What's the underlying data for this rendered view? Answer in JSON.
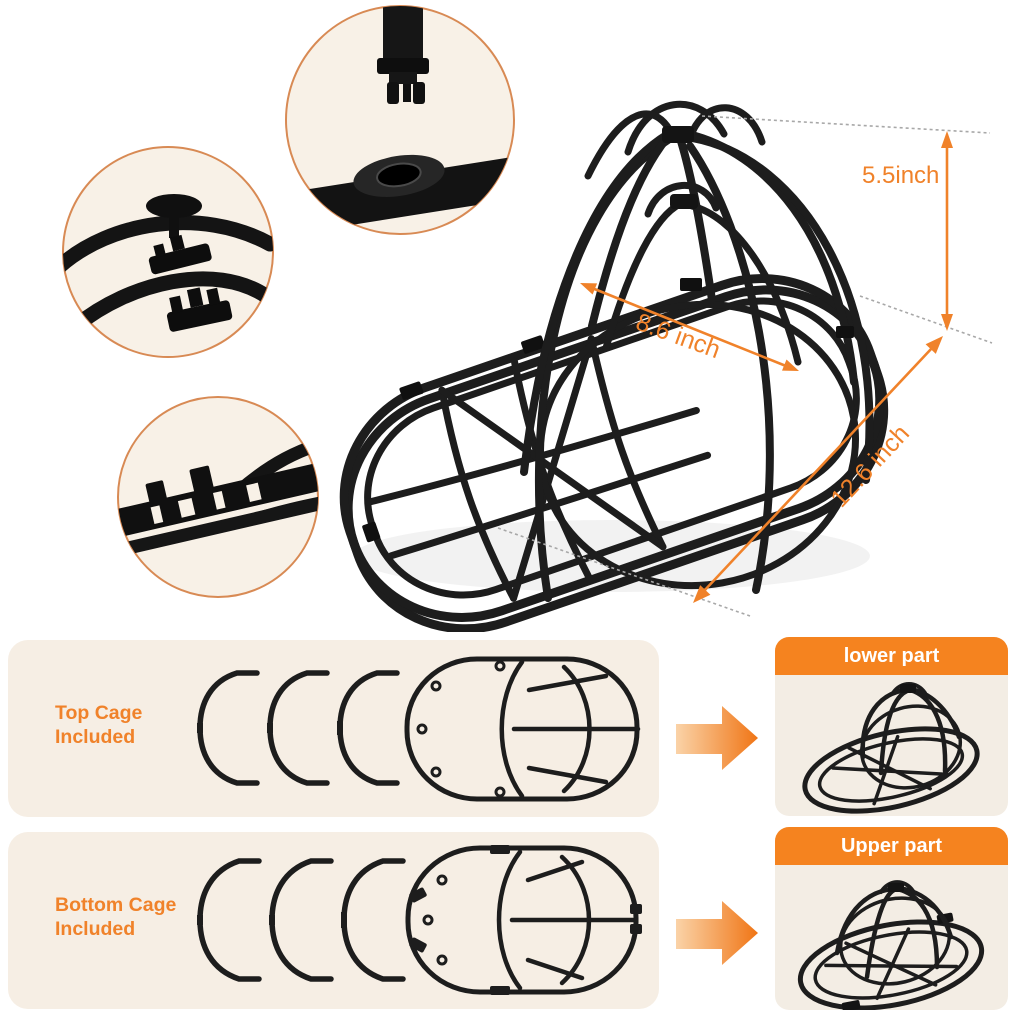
{
  "annotations": {
    "height_label": "5.5inch",
    "width_label": "8.6 inch",
    "length_label": "12.6 inch"
  },
  "parts_rows": [
    {
      "label": "Top Cage Included",
      "result": "lower part"
    },
    {
      "label": "Bottom Cage Included",
      "result": "Upper part"
    }
  ],
  "icons": {
    "flow_arrow_1": "arrow-right-icon",
    "flow_arrow_2": "arrow-right-icon",
    "callout_1": "magnified-detail-top-connector",
    "callout_2": "magnified-detail-clip-joint",
    "callout_3": "magnified-detail-rail-clips"
  },
  "colors": {
    "accent_orange": "#F0822A",
    "card_header_orange": "#F5831F",
    "panel_beige": "#F6EEE4",
    "callout_cream": "#F8F1E7",
    "callout_border": "#D88A54",
    "frame_black": "#1d1d1d",
    "dash_gray": "#A8A8A8",
    "arrow_gradient_start": "#FAD3A8",
    "arrow_gradient_end": "#F07515"
  }
}
